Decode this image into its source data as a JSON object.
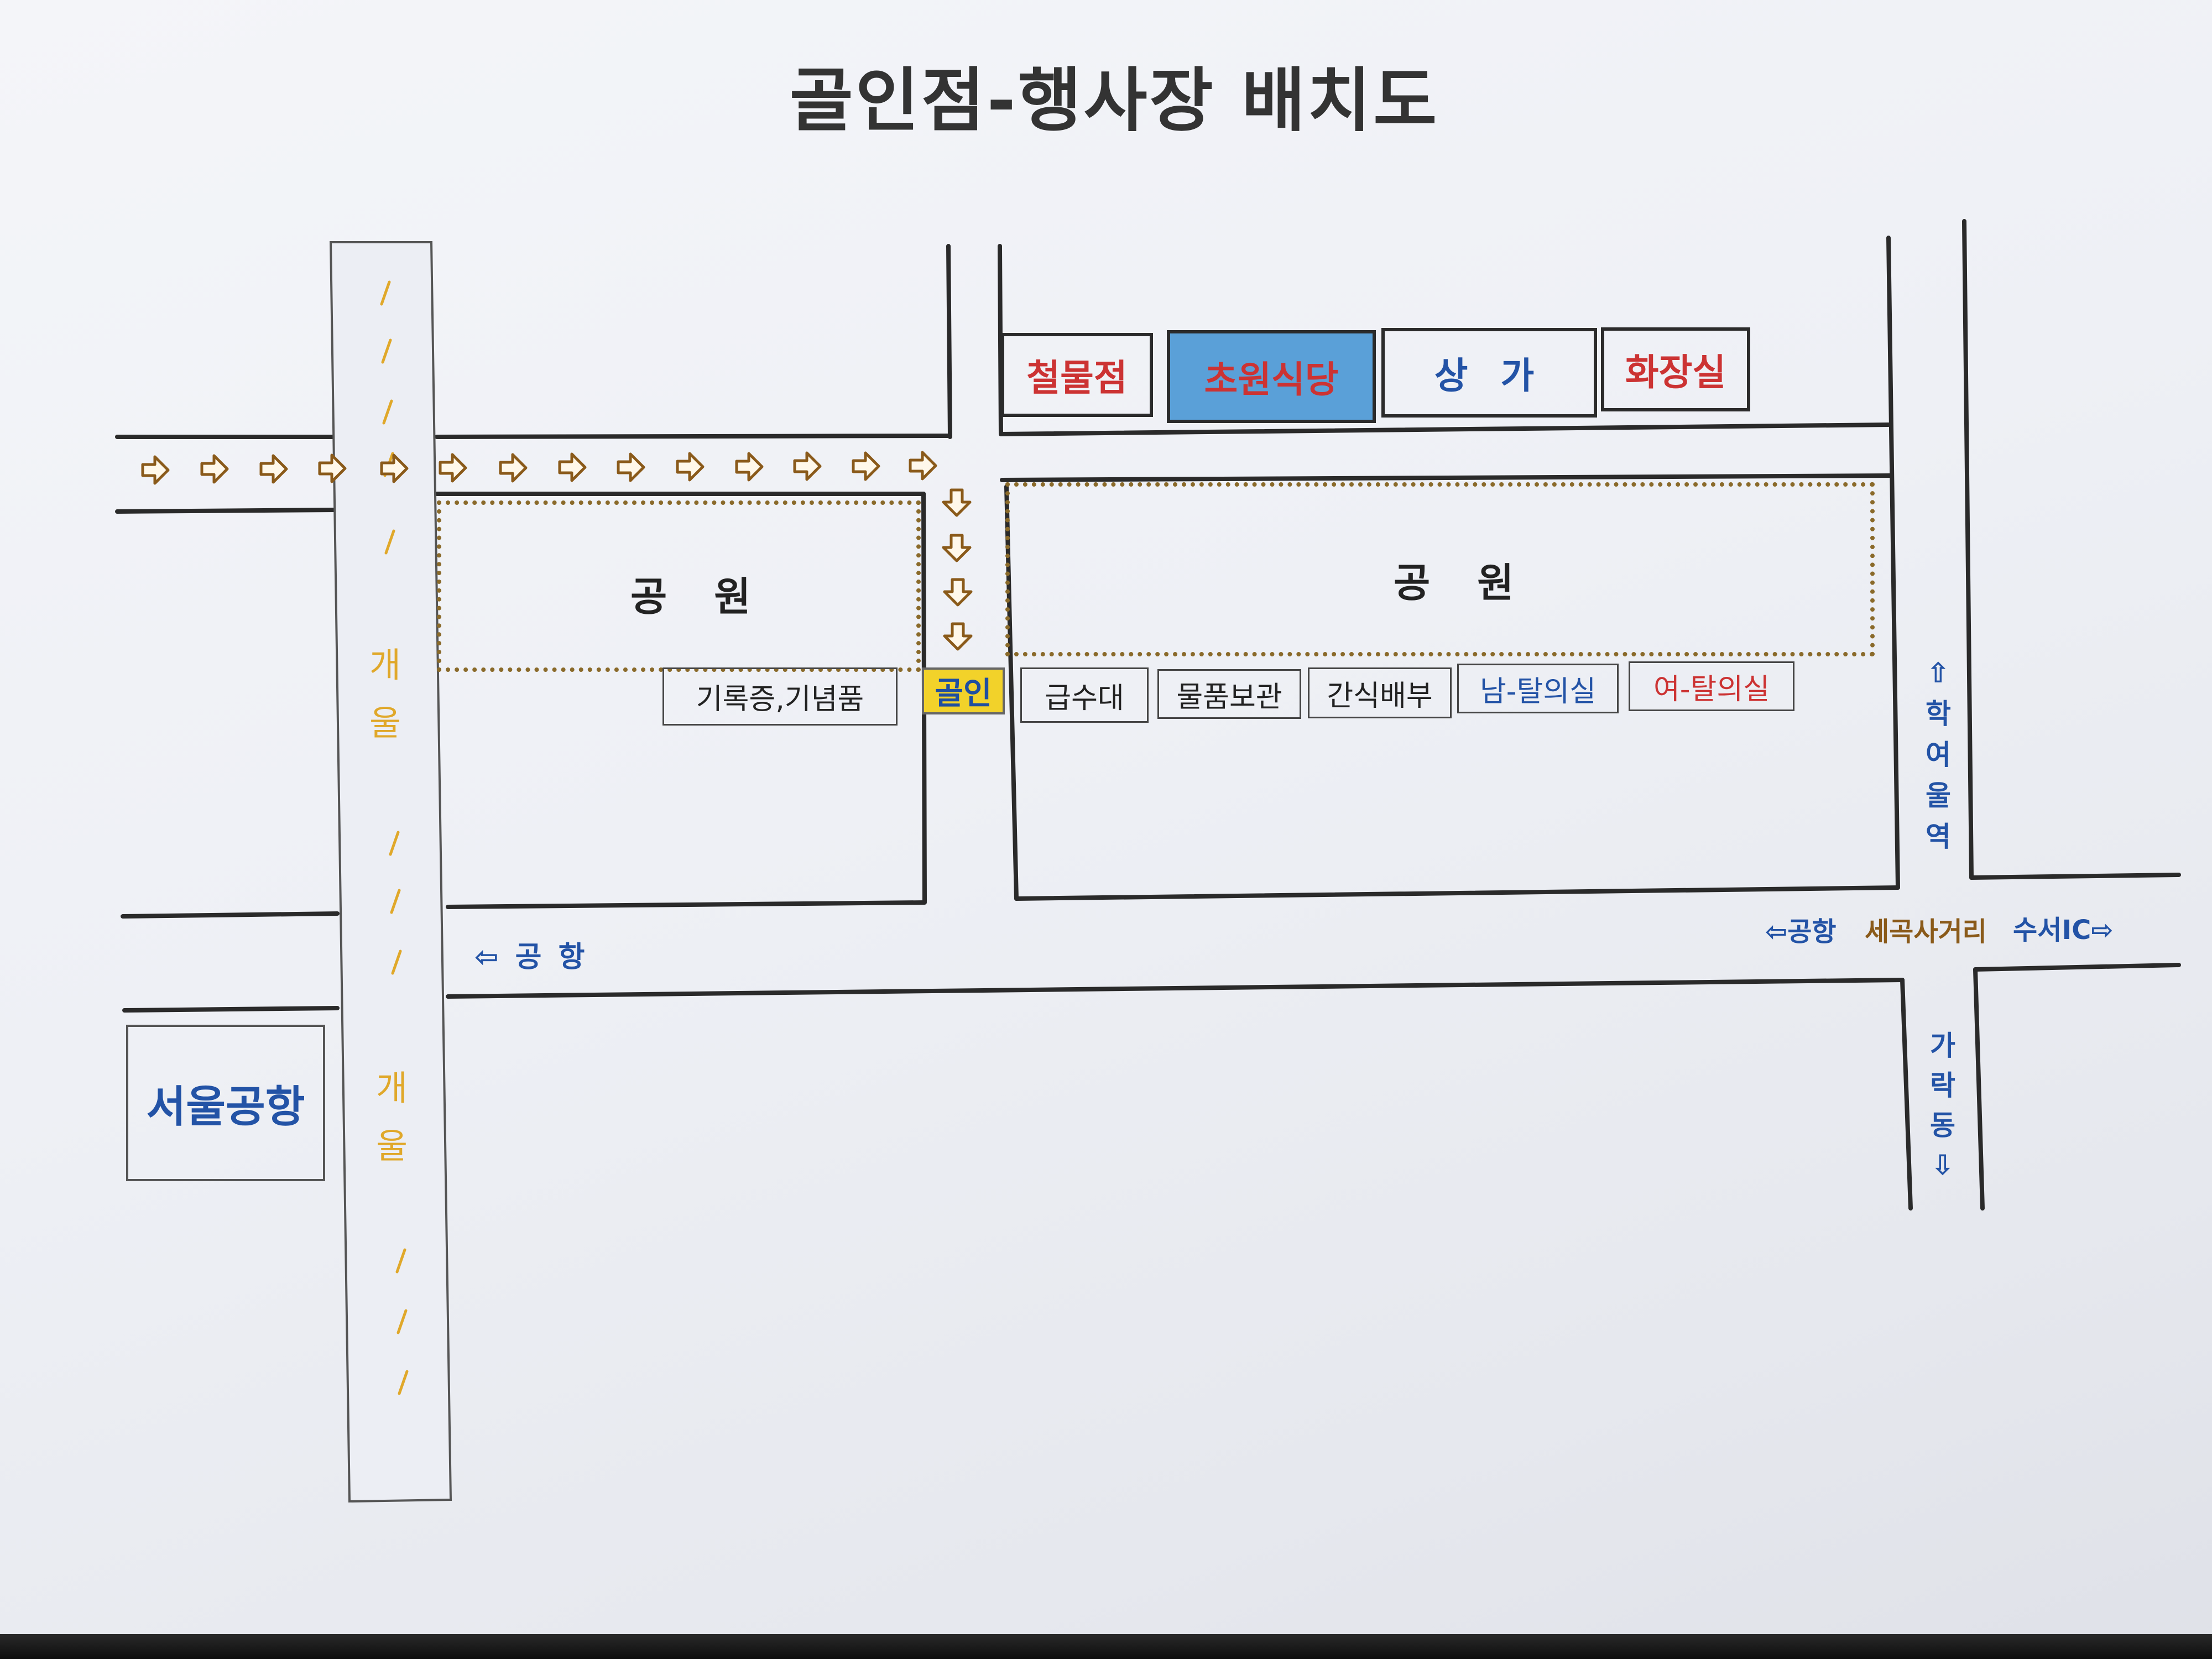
{
  "title": "골인점-행사장 배치도",
  "stores": {
    "hardware": "철물점",
    "restaurant": "초원식당",
    "shops": "상 가",
    "restroom": "화장실"
  },
  "parks": {
    "left": "공 원",
    "right": "공 원"
  },
  "stalls": {
    "record": "기록증,기념품",
    "water": "급수대",
    "storage": "물품보관",
    "snack": "간식배부",
    "men_changing": "남-탈의실",
    "women_changing": "여-탈의실"
  },
  "goal": "골인",
  "stream": {
    "chars": [
      "개",
      "울"
    ]
  },
  "directions": {
    "to_airport": "⇦ 공 항",
    "intersection_airport": "⇦공항",
    "intersection_name": "세곡사거리",
    "intersection_ic": "수서IC⇨",
    "up_station_arrow": "⇧",
    "up_station_chars": [
      "학",
      "여",
      "울",
      "역"
    ],
    "down_dong_chars": [
      "가",
      "락",
      "동"
    ],
    "down_dong_arrow": "⇩"
  },
  "airport": "서울공항",
  "colors": {
    "red": "#cc3333",
    "blue": "#2353a6",
    "stream": "#e0a82a",
    "restaurant_fill": "#5aa0d8",
    "goal_fill": "#f2d22a",
    "route_arrow": "#8a5a1a",
    "intersection": "#8a5a1a"
  }
}
